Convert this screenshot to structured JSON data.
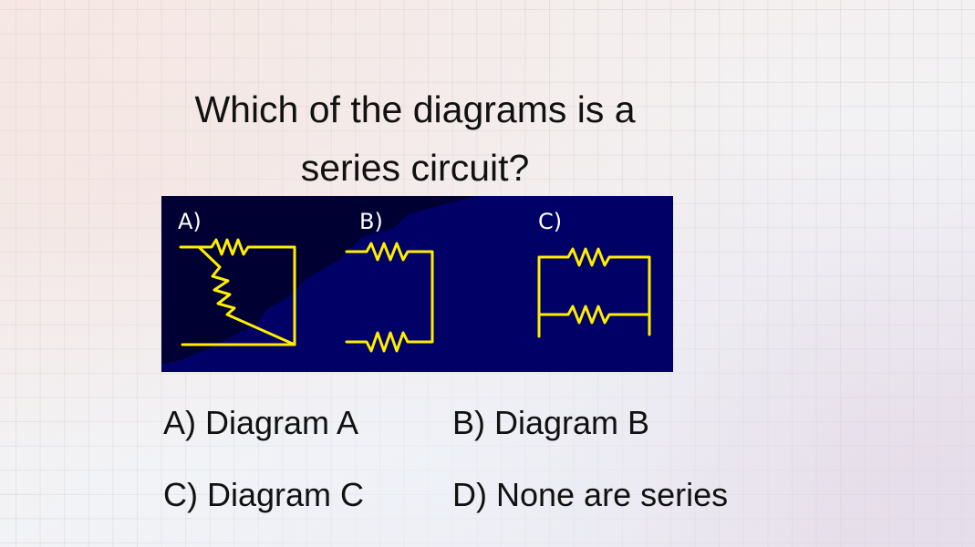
{
  "question": {
    "line1": "Which of the diagrams is a",
    "line2": "series circuit?"
  },
  "diagram": {
    "labels": [
      "A)",
      "B)",
      "C)"
    ],
    "background_color": "#000066",
    "dark_region_color": "#000033",
    "wire_color": "#FFEE00",
    "label_color": "#FFFFFF",
    "circuits": [
      {
        "label": "A)",
        "description": "two resistors, one horizontal and one diagonal, joined at the right corner"
      },
      {
        "label": "B)",
        "description": "two resistors connected end to end through a vertical wire"
      },
      {
        "label": "C)",
        "description": "two resistors stacked in parallel between two vertical rails"
      }
    ]
  },
  "answers": [
    {
      "label": "A) Diagram A"
    },
    {
      "label": "B) Diagram B"
    },
    {
      "label": "C) Diagram C"
    },
    {
      "label": "D) None are series"
    }
  ]
}
